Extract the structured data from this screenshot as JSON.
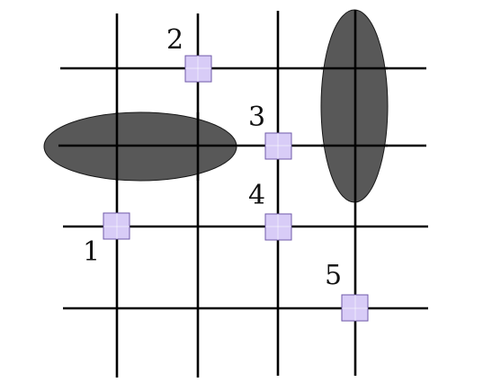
{
  "colors": {
    "background": "#ffffff",
    "grid_line": "#000000",
    "obstacle_fill": "#585858",
    "marker_fill": "#d8ccf7",
    "marker_stroke": "#6f5aa8",
    "label_text": "#111111"
  },
  "grid": {
    "vertical_line_count": 4,
    "horizontal_line_count": 4
  },
  "obstacles": [
    {
      "name": "horizontal-ellipse",
      "shape": "ellipse"
    },
    {
      "name": "vertical-ellipse",
      "shape": "ellipse"
    }
  ],
  "markers": [
    {
      "label": "2",
      "column": 2,
      "row": 1
    },
    {
      "label": "3",
      "column": 3,
      "row": 2
    },
    {
      "label": "1",
      "column": 1,
      "row": 3
    },
    {
      "label": "4",
      "column": 3,
      "row": 3
    },
    {
      "label": "5",
      "column": 4,
      "row": 4
    }
  ]
}
